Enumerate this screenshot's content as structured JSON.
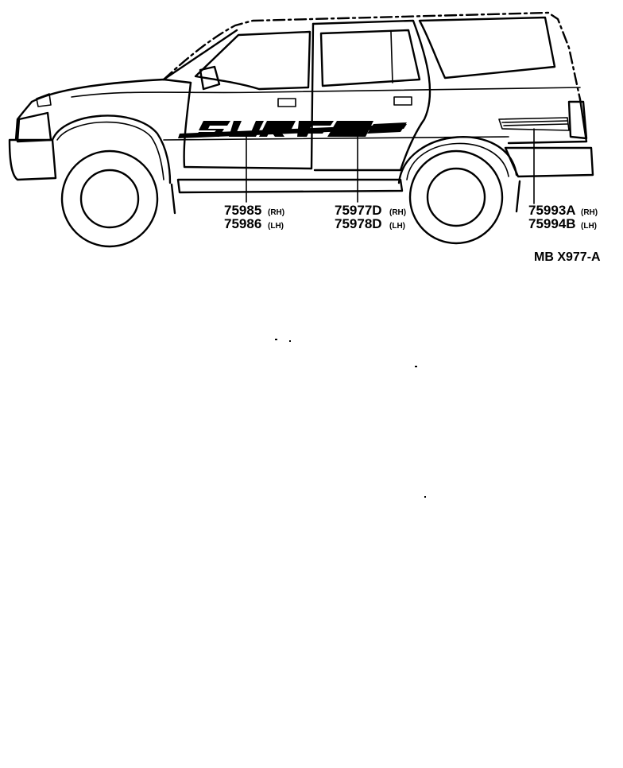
{
  "diagram": {
    "reference_code": "MB X977-A",
    "callouts": [
      {
        "id": "front-door-emblem",
        "rh": {
          "number": "75985",
          "side": "(RH)"
        },
        "lh": {
          "number": "75986",
          "side": "(LH)"
        }
      },
      {
        "id": "rear-door-stripe",
        "rh": {
          "number": "75977D",
          "side": "(RH)"
        },
        "lh": {
          "number": "75978D",
          "side": "(LH)"
        }
      },
      {
        "id": "quarter-panel-stripe",
        "rh": {
          "number": "75993A",
          "side": "(RH)"
        },
        "lh": {
          "number": "75994B",
          "side": "(LH)"
        }
      }
    ],
    "colors": {
      "line": "#000000",
      "background": "#ffffff"
    }
  }
}
